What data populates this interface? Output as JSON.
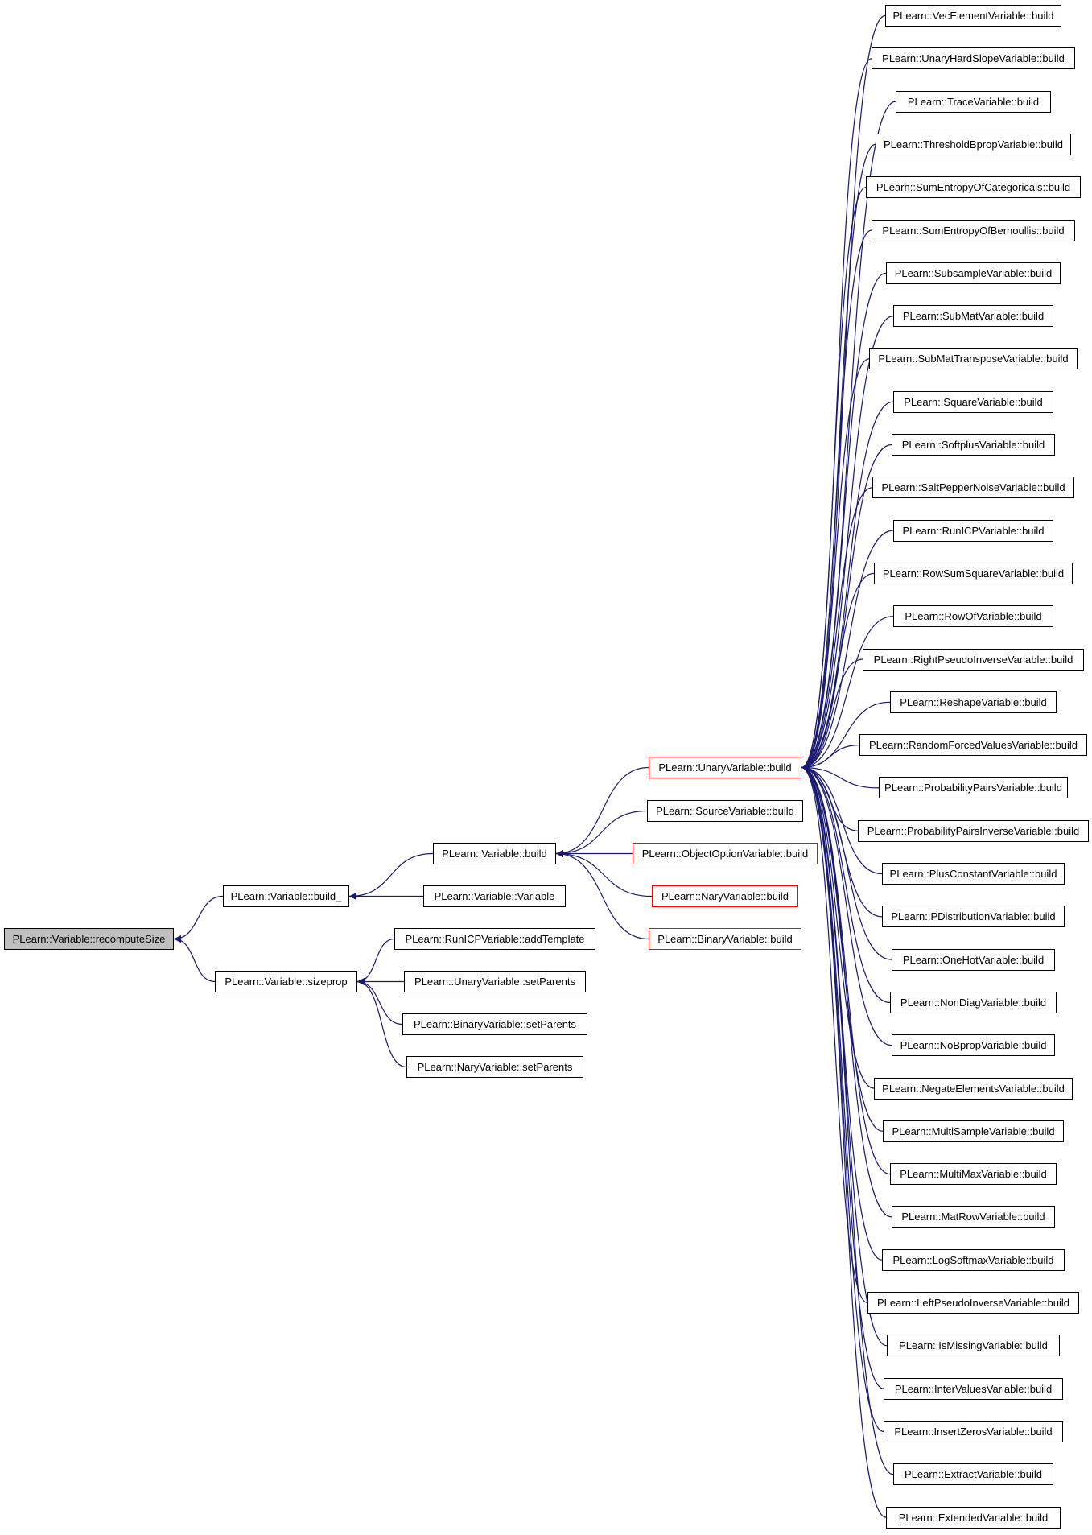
{
  "colors": {
    "edge": "#191970",
    "node_border": "#000000",
    "truncated_border": "#ff0000",
    "root_fill": "#bfbfbf"
  },
  "nodes": [
    {
      "id": "recomputeSize",
      "label": "PLearn::Variable::recomputeSize",
      "kind": "root"
    },
    {
      "id": "build_",
      "label": "PLearn::Variable::build_",
      "kind": "normal"
    },
    {
      "id": "sizeprop",
      "label": "PLearn::Variable::sizeprop",
      "kind": "normal"
    },
    {
      "id": "vbuild",
      "label": "PLearn::Variable::build",
      "kind": "normal"
    },
    {
      "id": "vvariable",
      "label": "PLearn::Variable::Variable",
      "kind": "normal"
    },
    {
      "id": "runicp_addt",
      "label": "PLearn::RunICPVariable::addTemplate",
      "kind": "normal"
    },
    {
      "id": "unary_setp",
      "label": "PLearn::UnaryVariable::setParents",
      "kind": "normal"
    },
    {
      "id": "binary_setp",
      "label": "PLearn::BinaryVariable::setParents",
      "kind": "normal"
    },
    {
      "id": "nary_setp",
      "label": "PLearn::NaryVariable::setParents",
      "kind": "normal"
    },
    {
      "id": "unary_build",
      "label": "PLearn::UnaryVariable::build",
      "kind": "truncated"
    },
    {
      "id": "source_build",
      "label": "PLearn::SourceVariable::build",
      "kind": "normal"
    },
    {
      "id": "objopt_build",
      "label": "PLearn::ObjectOptionVariable::build",
      "kind": "truncated"
    },
    {
      "id": "nary_build",
      "label": "PLearn::NaryVariable::build",
      "kind": "truncated"
    },
    {
      "id": "binary_build",
      "label": "PLearn::BinaryVariable::build",
      "kind": "truncated"
    },
    {
      "id": "c00",
      "label": "PLearn::VecElementVariable::build",
      "kind": "normal"
    },
    {
      "id": "c01",
      "label": "PLearn::UnaryHardSlopeVariable::build",
      "kind": "normal"
    },
    {
      "id": "c02",
      "label": "PLearn::TraceVariable::build",
      "kind": "normal"
    },
    {
      "id": "c03",
      "label": "PLearn::ThresholdBpropVariable::build",
      "kind": "normal"
    },
    {
      "id": "c04",
      "label": "PLearn::SumEntropyOfCategoricals::build",
      "kind": "normal"
    },
    {
      "id": "c05",
      "label": "PLearn::SumEntropyOfBernoullis::build",
      "kind": "normal"
    },
    {
      "id": "c06",
      "label": "PLearn::SubsampleVariable::build",
      "kind": "normal"
    },
    {
      "id": "c07",
      "label": "PLearn::SubMatVariable::build",
      "kind": "normal"
    },
    {
      "id": "c08",
      "label": "PLearn::SubMatTransposeVariable::build",
      "kind": "normal"
    },
    {
      "id": "c09",
      "label": "PLearn::SquareVariable::build",
      "kind": "normal"
    },
    {
      "id": "c10",
      "label": "PLearn::SoftplusVariable::build",
      "kind": "normal"
    },
    {
      "id": "c11",
      "label": "PLearn::SaltPepperNoiseVariable::build",
      "kind": "normal"
    },
    {
      "id": "c12",
      "label": "PLearn::RunICPVariable::build",
      "kind": "normal"
    },
    {
      "id": "c13",
      "label": "PLearn::RowSumSquareVariable::build",
      "kind": "normal"
    },
    {
      "id": "c14",
      "label": "PLearn::RowOfVariable::build",
      "kind": "normal"
    },
    {
      "id": "c15",
      "label": "PLearn::RightPseudoInverseVariable::build",
      "kind": "normal"
    },
    {
      "id": "c16",
      "label": "PLearn::ReshapeVariable::build",
      "kind": "normal"
    },
    {
      "id": "c17",
      "label": "PLearn::RandomForcedValuesVariable::build",
      "kind": "normal"
    },
    {
      "id": "c18",
      "label": "PLearn::ProbabilityPairsVariable::build",
      "kind": "normal"
    },
    {
      "id": "c19",
      "label": "PLearn::ProbabilityPairsInverseVariable::build",
      "kind": "normal"
    },
    {
      "id": "c20",
      "label": "PLearn::PlusConstantVariable::build",
      "kind": "normal"
    },
    {
      "id": "c21",
      "label": "PLearn::PDistributionVariable::build",
      "kind": "normal"
    },
    {
      "id": "c22",
      "label": "PLearn::OneHotVariable::build",
      "kind": "normal"
    },
    {
      "id": "c23",
      "label": "PLearn::NonDiagVariable::build",
      "kind": "normal"
    },
    {
      "id": "c24",
      "label": "PLearn::NoBpropVariable::build",
      "kind": "normal"
    },
    {
      "id": "c25",
      "label": "PLearn::NegateElementsVariable::build",
      "kind": "normal"
    },
    {
      "id": "c26",
      "label": "PLearn::MultiSampleVariable::build",
      "kind": "normal"
    },
    {
      "id": "c27",
      "label": "PLearn::MultiMaxVariable::build",
      "kind": "normal"
    },
    {
      "id": "c28",
      "label": "PLearn::MatRowVariable::build",
      "kind": "normal"
    },
    {
      "id": "c29",
      "label": "PLearn::LogSoftmaxVariable::build",
      "kind": "normal"
    },
    {
      "id": "c30",
      "label": "PLearn::LeftPseudoInverseVariable::build",
      "kind": "normal"
    },
    {
      "id": "c31",
      "label": "PLearn::IsMissingVariable::build",
      "kind": "normal"
    },
    {
      "id": "c32",
      "label": "PLearn::InterValuesVariable::build",
      "kind": "normal"
    },
    {
      "id": "c33",
      "label": "PLearn::InsertZerosVariable::build",
      "kind": "normal"
    },
    {
      "id": "c34",
      "label": "PLearn::ExtractVariable::build",
      "kind": "normal"
    },
    {
      "id": "c35",
      "label": "PLearn::ExtendedVariable::build",
      "kind": "normal"
    }
  ],
  "edges": [
    {
      "from": "build_",
      "to": "recomputeSize"
    },
    {
      "from": "sizeprop",
      "to": "recomputeSize"
    },
    {
      "from": "vbuild",
      "to": "build_"
    },
    {
      "from": "vvariable",
      "to": "build_"
    },
    {
      "from": "runicp_addt",
      "to": "sizeprop"
    },
    {
      "from": "unary_setp",
      "to": "sizeprop"
    },
    {
      "from": "binary_setp",
      "to": "sizeprop"
    },
    {
      "from": "nary_setp",
      "to": "sizeprop"
    },
    {
      "from": "unary_build",
      "to": "vbuild"
    },
    {
      "from": "source_build",
      "to": "vbuild"
    },
    {
      "from": "objopt_build",
      "to": "vbuild"
    },
    {
      "from": "nary_build",
      "to": "vbuild"
    },
    {
      "from": "binary_build",
      "to": "vbuild"
    },
    {
      "from": "c00",
      "to": "unary_build"
    },
    {
      "from": "c01",
      "to": "unary_build"
    },
    {
      "from": "c02",
      "to": "unary_build"
    },
    {
      "from": "c03",
      "to": "unary_build"
    },
    {
      "from": "c04",
      "to": "unary_build"
    },
    {
      "from": "c05",
      "to": "unary_build"
    },
    {
      "from": "c06",
      "to": "unary_build"
    },
    {
      "from": "c07",
      "to": "unary_build"
    },
    {
      "from": "c08",
      "to": "unary_build"
    },
    {
      "from": "c09",
      "to": "unary_build"
    },
    {
      "from": "c10",
      "to": "unary_build"
    },
    {
      "from": "c11",
      "to": "unary_build"
    },
    {
      "from": "c12",
      "to": "unary_build"
    },
    {
      "from": "c13",
      "to": "unary_build"
    },
    {
      "from": "c14",
      "to": "unary_build"
    },
    {
      "from": "c15",
      "to": "unary_build"
    },
    {
      "from": "c16",
      "to": "unary_build"
    },
    {
      "from": "c17",
      "to": "unary_build"
    },
    {
      "from": "c18",
      "to": "unary_build"
    },
    {
      "from": "c19",
      "to": "unary_build"
    },
    {
      "from": "c20",
      "to": "unary_build"
    },
    {
      "from": "c21",
      "to": "unary_build"
    },
    {
      "from": "c22",
      "to": "unary_build"
    },
    {
      "from": "c23",
      "to": "unary_build"
    },
    {
      "from": "c24",
      "to": "unary_build"
    },
    {
      "from": "c25",
      "to": "unary_build"
    },
    {
      "from": "c26",
      "to": "unary_build"
    },
    {
      "from": "c27",
      "to": "unary_build"
    },
    {
      "from": "c28",
      "to": "unary_build"
    },
    {
      "from": "c29",
      "to": "unary_build"
    },
    {
      "from": "c30",
      "to": "unary_build"
    },
    {
      "from": "c31",
      "to": "unary_build"
    },
    {
      "from": "c32",
      "to": "unary_build"
    },
    {
      "from": "c33",
      "to": "unary_build"
    },
    {
      "from": "c34",
      "to": "unary_build"
    },
    {
      "from": "c35",
      "to": "unary_build"
    }
  ]
}
